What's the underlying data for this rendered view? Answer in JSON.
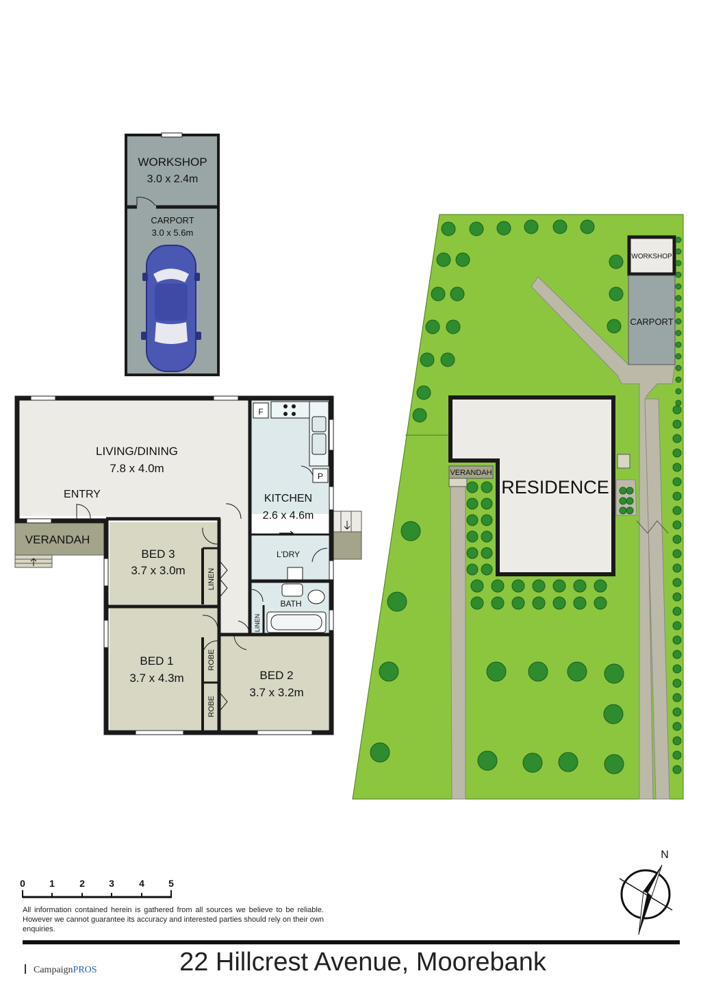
{
  "title": "22 Hillcrest Avenue, Moorebank",
  "disclaimer": "All information contained herein is gathered from all sources we believe to be reliable. However we cannot guarantee its accuracy and interested parties should rely on their own enquiries.",
  "brand": {
    "name_a": "Campaign",
    "name_b": "PROS"
  },
  "scale": {
    "ticks": [
      "0",
      "1",
      "2",
      "3",
      "4",
      "5"
    ]
  },
  "compass": {
    "label": "N"
  },
  "floorplan": {
    "workshop": {
      "name": "WORKSHOP",
      "dims": "3.0 x 2.4m"
    },
    "carport": {
      "name": "CARPORT",
      "dims": "3.0 x 5.6m"
    },
    "living": {
      "name": "LIVING/DINING",
      "dims": "7.8 x 4.0m"
    },
    "entry": "ENTRY",
    "verandah": "VERANDAH",
    "kitchen": {
      "name": "KITCHEN",
      "dims": "2.6 x 4.6m"
    },
    "fridge": "F",
    "pantry": "P",
    "laundry": "L'DRY",
    "bath": "BATH",
    "linen": "LINEN",
    "robe": "ROBE",
    "bed3": {
      "name": "BED 3",
      "dims": "3.7 x 3.0m"
    },
    "bed1": {
      "name": "BED 1",
      "dims": "3.7 x 4.3m"
    },
    "bed2": {
      "name": "BED 2",
      "dims": "3.7 x 3.2m"
    }
  },
  "siteplan": {
    "residence": "RESIDENCE",
    "verandah": "VERANDAH",
    "workshop": "WORKSHOP",
    "carport": "CARPORT"
  },
  "colors": {
    "grass": "#8cc63f",
    "tree": "#2e8b2e",
    "path": "#bdb9a8",
    "wall": "#1a1a1a",
    "living": "#ecebe6",
    "kitchen": "#dde9ea",
    "bedroom": "#d7d7c4",
    "verandah": "#a4a48a",
    "garage": "#9aa6a6",
    "car": "#4a57b3"
  }
}
